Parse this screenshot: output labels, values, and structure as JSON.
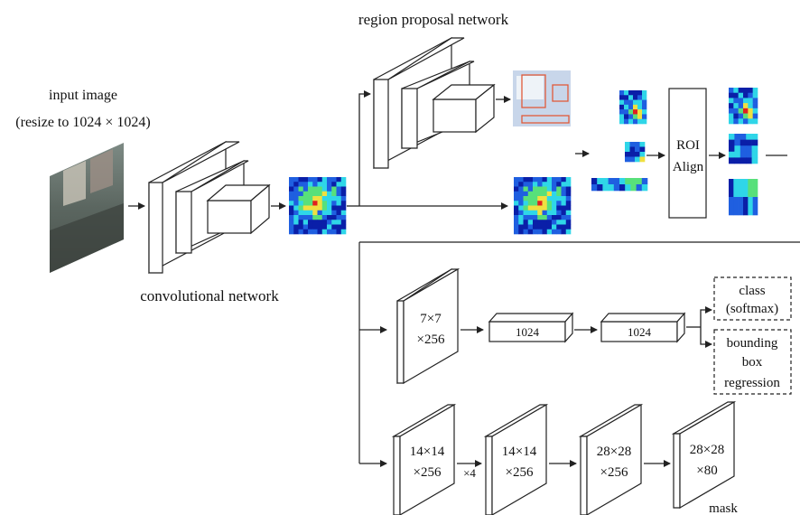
{
  "labels": {
    "input_image": "input image",
    "resize": "(resize to 1024 × 1024)",
    "rpn": "region proposal network",
    "conv": "convolutional network",
    "roi_line1": "ROI",
    "roi_line2": "Align",
    "fc7_l1": "7×7",
    "fc7_l2": "×256",
    "fc1": "1024",
    "fc2": "1024",
    "class_l1": "class",
    "class_l2": "(softmax)",
    "bbox_l1": "bounding",
    "bbox_l2": "box",
    "bbox_l3": "regression",
    "m1_l1": "14×14",
    "m1_l2": "×256",
    "times4": "×4",
    "m2_l1": "14×14",
    "m2_l2": "×256",
    "m3_l1": "28×28",
    "m3_l2": "×256",
    "m4_l1": "28×28",
    "m4_l2": "×80",
    "mask": "mask"
  },
  "colors": {
    "line": "#222222",
    "proposal_box": "#e05a3a",
    "heat_deep_blue": "#0a1fa8",
    "heat_blue": "#1f5fe0",
    "heat_cyan": "#2fd6e8",
    "heat_green": "#58e07a",
    "heat_yellow": "#f0e040",
    "heat_red": "#e02020"
  },
  "icons": {
    "input_photo": "street-scene-photo-thumbnail",
    "feature_map": "heatmap-feature-map"
  }
}
